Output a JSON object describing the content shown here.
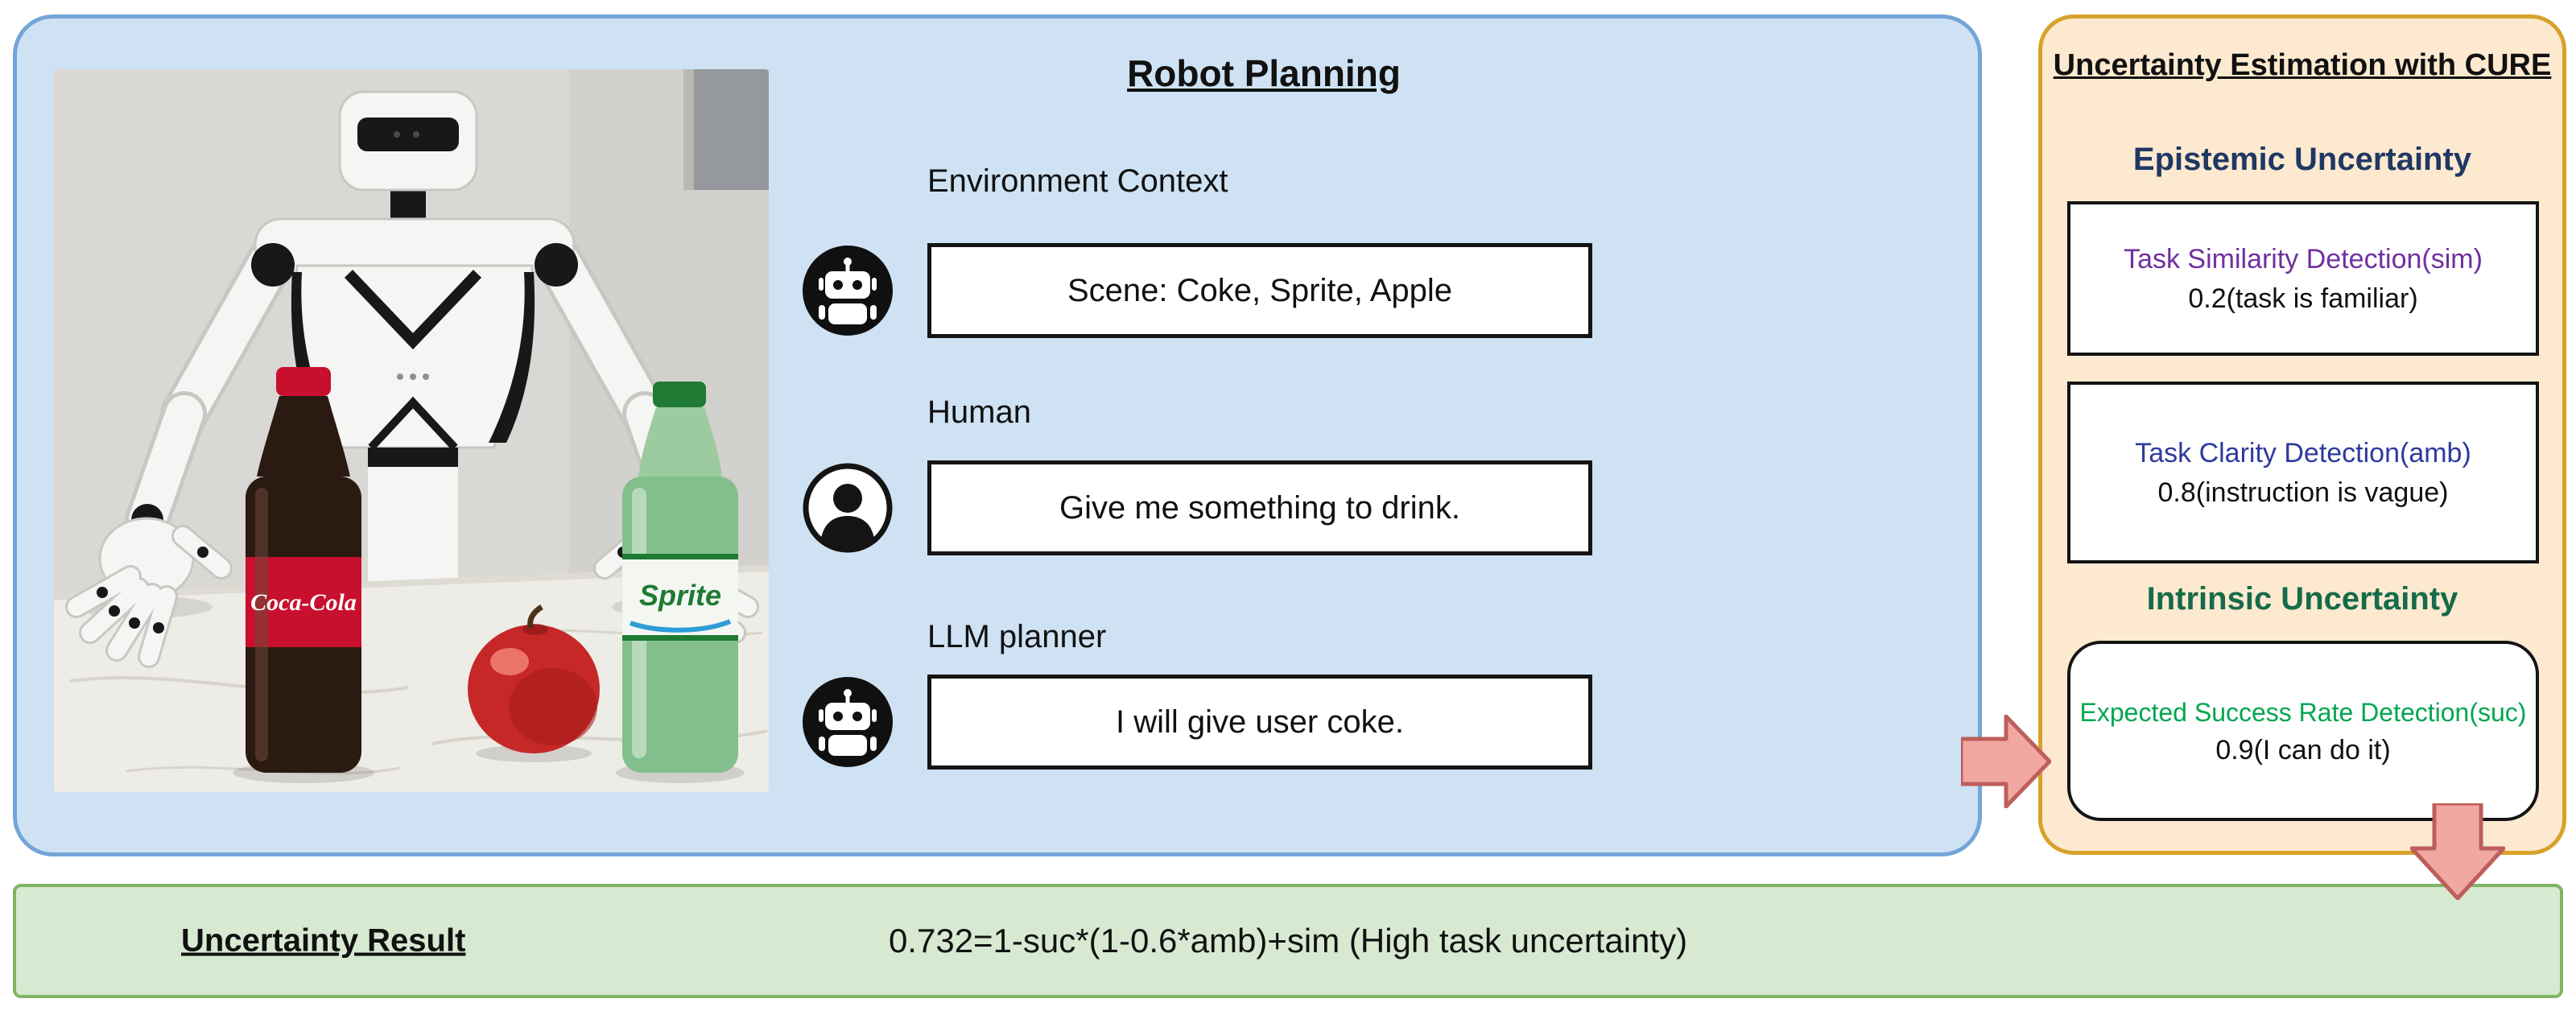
{
  "left_panel": {
    "title": "Robot Planning",
    "rows": [
      {
        "label": "Environment Context",
        "icon": "robot-icon",
        "text": "Scene: Coke, Sprite, Apple"
      },
      {
        "label": "Human",
        "icon": "person-icon",
        "text": "Give me something to drink."
      },
      {
        "label": "LLM planner",
        "icon": "robot-icon",
        "text": "I will give user coke."
      }
    ],
    "photo": {
      "description": "humanoid robot at a marble table with a Coca-Cola bottle, an apple and a Sprite bottle",
      "coke_label": "Coca-Cola",
      "sprite_label": "Sprite"
    }
  },
  "right_panel": {
    "title": "Uncertainty Estimation with CURE",
    "epistemic_heading": "Epistemic Uncertainty",
    "boxes": [
      {
        "title": "Task Similarity Detection(sim)",
        "value": "0.2(task is familiar)",
        "title_color": "#7030A0"
      },
      {
        "title": "Task Clarity Detection(amb)",
        "value": "0.8(instruction is vague)",
        "title_color": "#2E3A9E"
      }
    ],
    "intrinsic_heading": "Intrinsic Uncertainty",
    "intrinsic_box": {
      "title": "Expected Success Rate Detection(suc)",
      "value": "0.9(I can do it)",
      "title_color": "#00A650"
    }
  },
  "result_bar": {
    "label": "Uncertainty Result",
    "formula": "0.732=1-suc*(1-0.6*amb)+sim (High task uncertainty)"
  },
  "colors": {
    "blue_panel_bg": "#CFE2F4",
    "blue_panel_border": "#73A5D8",
    "orange_panel_bg": "#FCE9CF",
    "orange_panel_border": "#D7A229",
    "green_bar_bg": "#D7E9D1",
    "green_bar_border": "#7FB465",
    "epistemic_heading_color": "#1F3864",
    "intrinsic_heading_color": "#156B4A",
    "arrow_fill": "#F1A8A2",
    "arrow_stroke": "#BE5E5C"
  }
}
